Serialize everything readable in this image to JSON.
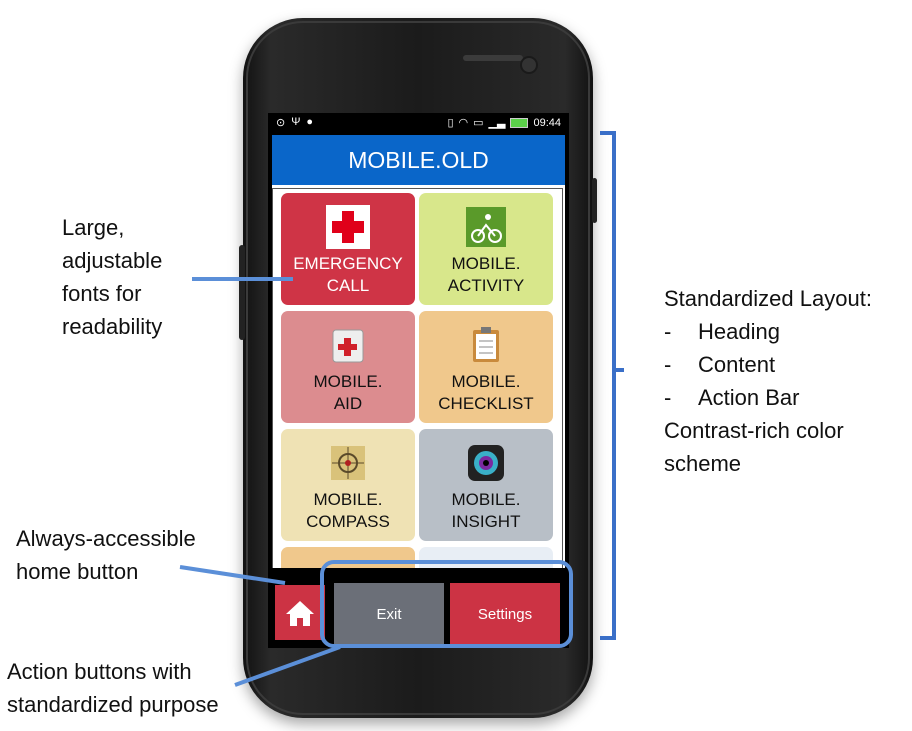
{
  "colors": {
    "heading": "#0a66c9",
    "emergency": "#cf3446",
    "activity": "#d8e78b",
    "aid": "#dc8c8f",
    "checklist": "#f0c88c",
    "compass": "#efe2b4",
    "insight": "#b8bfc7",
    "exit": "#6b6f78",
    "settings": "#cc3344",
    "annotation": "#5b8fd8"
  },
  "status_bar": {
    "left_icons": [
      "location-icon",
      "usb-icon",
      "android-icon"
    ],
    "right_icons": [
      "vibrate-icon",
      "wifi-icon",
      "sim-icon",
      "signal-icon",
      "battery-icon"
    ],
    "time": "09:44"
  },
  "app": {
    "title": "MOBILE.OLD",
    "tiles": [
      {
        "line1": "EMERGENCY",
        "line2": "CALL",
        "icon": "red-cross-icon"
      },
      {
        "line1": "MOBILE.",
        "line2": "ACTIVITY",
        "icon": "cyclist-icon"
      },
      {
        "line1": "MOBILE.",
        "line2": "AID",
        "icon": "first-aid-kit-icon"
      },
      {
        "line1": "MOBILE.",
        "line2": "CHECKLIST",
        "icon": "clipboard-icon"
      },
      {
        "line1": "MOBILE.",
        "line2": "COMPASS",
        "icon": "compass-icon"
      },
      {
        "line1": "MOBILE.",
        "line2": "INSIGHT",
        "icon": "camera-lens-icon"
      }
    ],
    "action_bar": {
      "home_icon": "home-icon",
      "exit_label": "Exit",
      "settings_label": "Settings"
    }
  },
  "annotations": {
    "fonts": [
      "Large,",
      "adjustable",
      "fonts for",
      "readability"
    ],
    "home": [
      "Always-accessible",
      "home button"
    ],
    "actions": [
      "Action buttons with",
      "standardized purpose"
    ],
    "layout": {
      "title": "Standardized Layout:",
      "items": [
        "Heading",
        "Content",
        "Action Bar"
      ],
      "extra": [
        "Contrast-rich color",
        "scheme"
      ]
    }
  }
}
